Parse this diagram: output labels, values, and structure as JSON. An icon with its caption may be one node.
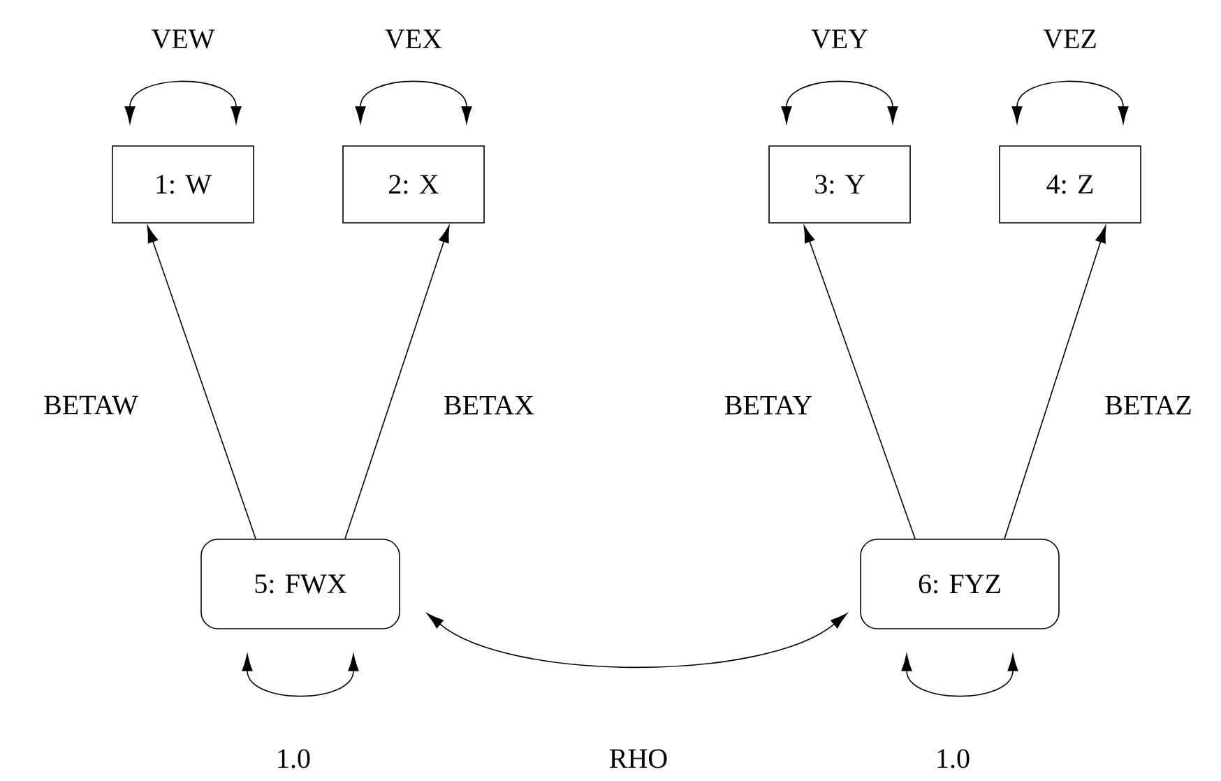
{
  "diagram": {
    "nodes": [
      {
        "text": [
          "1: W"
        ]
      },
      {
        "text": [
          "2: X"
        ]
      },
      {
        "text": [
          "3: Y"
        ]
      },
      {
        "text": [
          "4: Z"
        ]
      },
      {
        "text": [
          "5: FWX"
        ]
      },
      {
        "text": [
          "6: FYZ"
        ]
      }
    ],
    "edges": [
      {
        "from": 0,
        "to": 0,
        "arrow": "both",
        "label": "VEW"
      },
      {
        "from": 1,
        "to": 1,
        "arrow": "both",
        "label": "VEX"
      },
      {
        "from": 2,
        "to": 2,
        "arrow": "both",
        "label": "VEY"
      },
      {
        "from": 3,
        "to": 3,
        "arrow": "both",
        "label": "VEZ"
      },
      {
        "from": 4,
        "to": 0,
        "arrow": "to",
        "label": "BETAW"
      },
      {
        "from": 4,
        "to": 1,
        "arrow": "to",
        "label": "BETAX"
      },
      {
        "from": 5,
        "to": 2,
        "arrow": "to",
        "label": "BETAY"
      },
      {
        "from": 5,
        "to": 3,
        "arrow": "to",
        "label": "BETAZ"
      },
      {
        "from": 4,
        "to": 4,
        "arrow": "both",
        "label": "1.0"
      },
      {
        "from": 5,
        "to": 5,
        "arrow": "both",
        "label": "1.0"
      },
      {
        "from": 4,
        "to": 5,
        "arrow": "both",
        "label": "RHO"
      }
    ]
  }
}
